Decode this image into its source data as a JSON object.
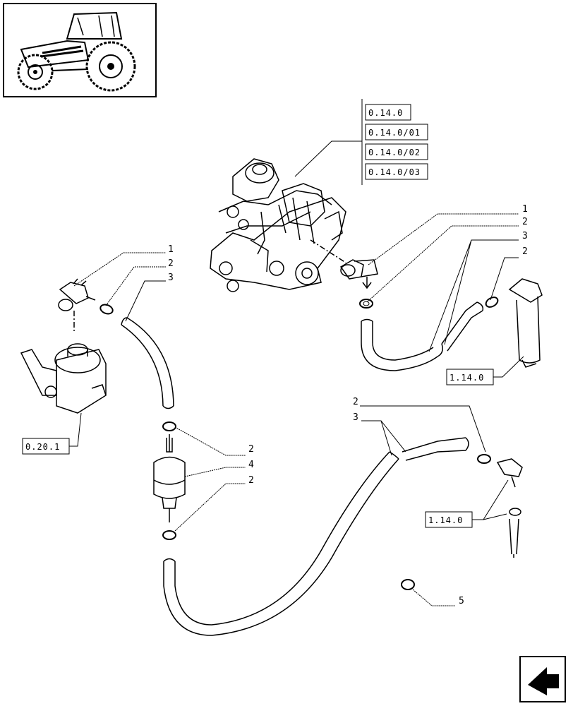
{
  "diagram": {
    "reference_boxes": {
      "group_refs": [
        "0.14.0",
        "0.14.0/01",
        "0.14.0/02",
        "0.14.0/03"
      ],
      "feed_pump_ref": "0.20.1",
      "filter_upper_ref": "1.14.0",
      "filter_lower_ref": "1.14.0"
    },
    "callouts": {
      "left_1": "1",
      "left_2": "2",
      "left_3": "3",
      "right_1": "1",
      "right_2": "2",
      "right_3": "3",
      "right_2b": "2",
      "mid_2a": "2",
      "mid_4": "4",
      "mid_2b": "2",
      "lower_2": "2",
      "lower_3": "3",
      "bottom_5": "5"
    },
    "icons": {
      "thumbnail": "tractor-thumbnail-icon",
      "nav": "next-page-arrow-icon"
    }
  }
}
